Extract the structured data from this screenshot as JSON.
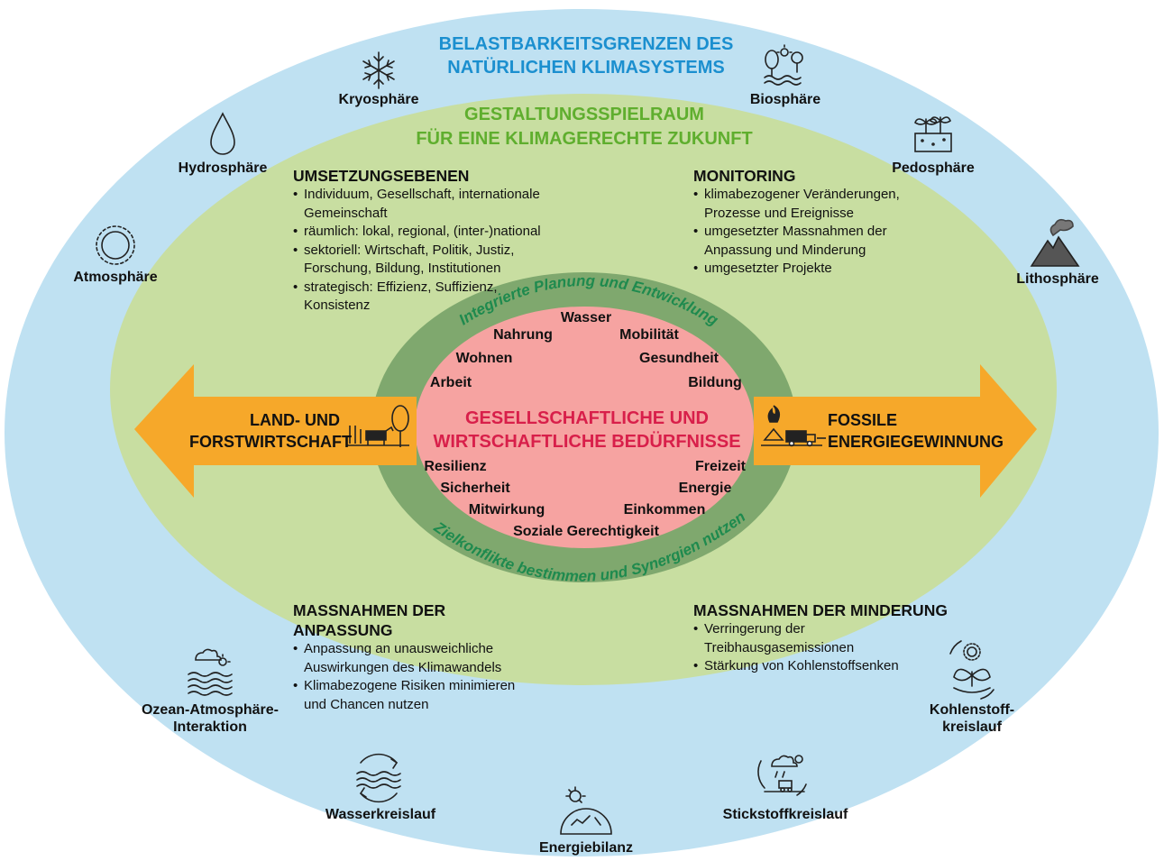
{
  "outer_title": [
    "BELASTBARKEITSGRENZEN DES",
    "NATÜRLICHEN KLIMASYSTEMS"
  ],
  "inner_title": [
    "GESTALTUNGSSPIELRAUM",
    "FÜR EINE KLIMAGERECHTE ZUKUNFT"
  ],
  "spheres": {
    "kryosphaere": "Kryosphäre",
    "biosphaere": "Biosphäre",
    "hydrosphaere": "Hydrosphäre",
    "pedosphaere": "Pedosphäre",
    "atmosphaere": "Atmosphäre",
    "lithosphaere": "Lithosphäre",
    "ozean": [
      "Ozean-Atmosphäre-",
      "Interaktion"
    ],
    "kohlenstoff": [
      "Kohlenstoff-",
      "kreislauf"
    ],
    "wasserkreislauf": "Wasserkreislauf",
    "energiebilanz": "Energiebilanz",
    "stickstoff": "Stickstoffkreislauf"
  },
  "sections": {
    "umsetzung": {
      "heading": "UMSETZUNGSEBENEN",
      "items": [
        "Individuum, Gesellschaft, internationale Gemeinschaft",
        "räumlich: lokal, regional, (inter-)national",
        "sektoriell: Wirtschaft, Politik, Justiz, Forschung, Bildung, Institutionen",
        "strategisch: Effizienz, Suffizienz, Konsistenz"
      ]
    },
    "monitoring": {
      "heading": "MONITORING",
      "items": [
        "klimabezogener Veränderungen, Prozesse und Ereignisse",
        "umgesetzter Massnahmen der Anpassung und Minderung",
        "umgesetzter Projekte"
      ]
    },
    "anpassung": {
      "heading": "MASSNAHMEN DER ANPASSUNG",
      "items": [
        "Anpassung an unausweichliche Auswirkungen des Klimawandels",
        "Klimabezogene Risiken minimieren und Chancen nutzen"
      ]
    },
    "minderung": {
      "heading": "MASSNAHMEN DER MINDERUNG",
      "items": [
        "Verringerung der Treibhausgasemissionen",
        "Stärkung von Kohlenstoffsenken"
      ]
    }
  },
  "ring_top": "Integrierte Planung und Entwicklung",
  "ring_bottom": "Zielkonflikte bestimmen und Synergien nutzen",
  "core_title": [
    "GESELLSCHAFTLICHE UND",
    "WIRTSCHAFTLICHE BEDÜRFNISSE"
  ],
  "needs": {
    "wasser": "Wasser",
    "nahrung": "Nahrung",
    "mobilitaet": "Mobilität",
    "wohnen": "Wohnen",
    "gesundheit": "Gesundheit",
    "arbeit": "Arbeit",
    "bildung": "Bildung",
    "resilienz": "Resilienz",
    "freizeit": "Freizeit",
    "sicherheit": "Sicherheit",
    "energie": "Energie",
    "mitwirkung": "Mitwirkung",
    "einkommen": "Einkommen",
    "soziale": "Soziale Gerechtigkeit"
  },
  "arrows": {
    "left": [
      "LAND- UND",
      "FORSTWIRTSCHAFT"
    ],
    "right": [
      "FOSSILE",
      "ENERGIEGEWINNUNG"
    ]
  },
  "colors": {
    "outer_blue": "#bfe1f2",
    "green_area": "#c8dea1",
    "ring_dark": "#7fa86e",
    "core_pink": "#f6a3a1",
    "arrow_orange": "#f6a82a",
    "title_blue": "#1b8fcf",
    "title_green": "#5fae2e",
    "core_red": "#d81f4a",
    "ring_text_green": "#1e8a4e"
  }
}
